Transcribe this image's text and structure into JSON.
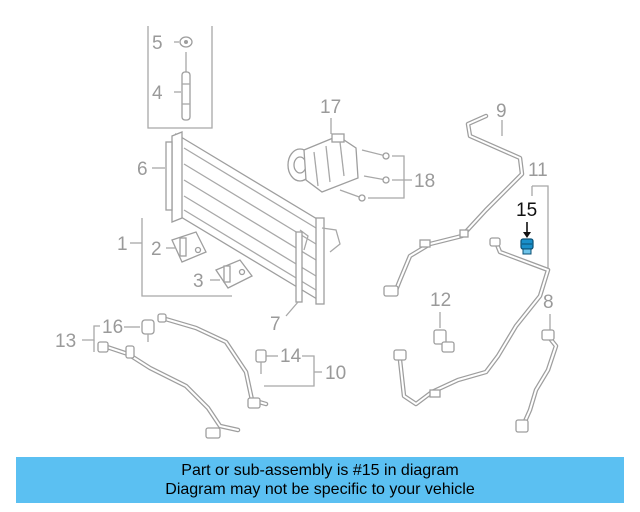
{
  "callouts": {
    "c1": "1",
    "c2": "2",
    "c3": "3",
    "c4": "4",
    "c5": "5",
    "c6": "6",
    "c7": "7",
    "c8": "8",
    "c9": "9",
    "c10": "10",
    "c11": "11",
    "c12": "12",
    "c13": "13",
    "c14": "14",
    "c15": "15",
    "c16": "16",
    "c17": "17",
    "c18": "18"
  },
  "highlight": {
    "callout": "15",
    "color": "#111111",
    "part_color": "#1a8fc9"
  },
  "banner": {
    "line1": "Part or sub-assembly is #15 in diagram",
    "line2": "Diagram may not be specific to your vehicle",
    "background": "#5bc0f2"
  }
}
